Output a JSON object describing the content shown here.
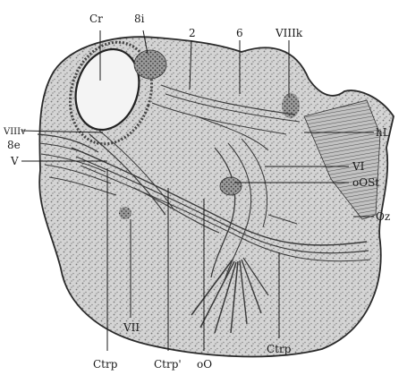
{
  "figure": {
    "labels": {
      "cr": "Cr",
      "eight_i": "8i",
      "two": "2",
      "six": "6",
      "viiik": "VIIIk",
      "viiiv": "VIIIv",
      "eight_e": "8e",
      "v": "V",
      "hl": "hL",
      "vi": "VI",
      "oost": "oOSt",
      "oz": "Oz",
      "vii": "VII",
      "ctrp_left": "Ctrp",
      "ctrp_prime": "Ctrp'",
      "oo": "oO",
      "ctrp_right": "Ctrp"
    }
  }
}
